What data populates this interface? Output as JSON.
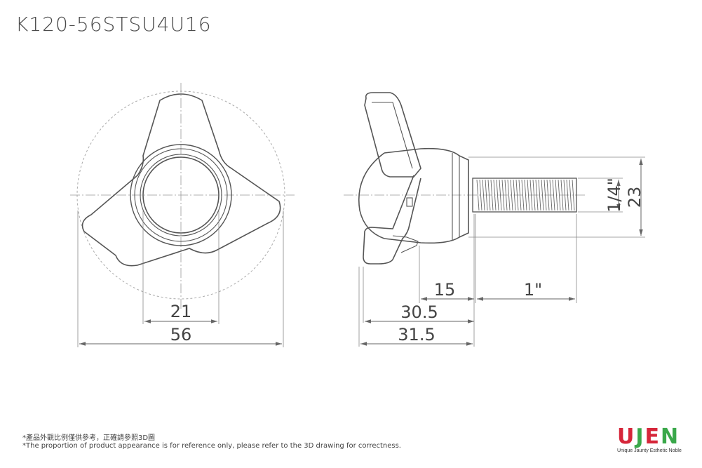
{
  "title": "K120-56STSU4U16",
  "dimensions": {
    "front_inner": "21",
    "front_overall": "56",
    "side_15": "15",
    "side_thread_len": "1\"",
    "side_30_5": "30.5",
    "side_31_5": "31.5",
    "thread_size": "1/4\"",
    "head_height": "23"
  },
  "notes": {
    "chinese": "*產品外觀比例僅供參考，正確請參照3D圖",
    "english": "*The proportion of product appearance is for reference only, please refer to the 3D drawing for correctness."
  },
  "logo": {
    "letters": [
      "U",
      "J",
      "E",
      "N"
    ],
    "tagline": "Unique Jaunty Esthetic Noble",
    "colors": {
      "red": "#d6263a",
      "green": "#3aa84a"
    }
  }
}
